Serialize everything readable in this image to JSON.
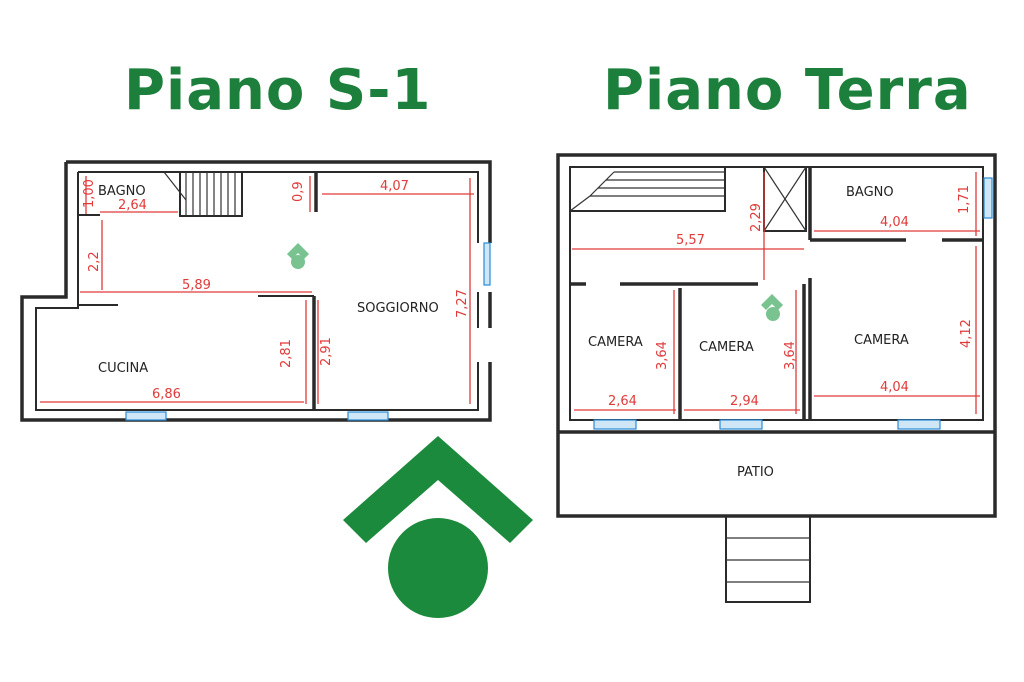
{
  "titles": {
    "left": "Piano S-1",
    "right": "Piano Terra"
  },
  "left_plan": {
    "rooms": {
      "bagno": "BAGNO",
      "soggiorno": "SOGGIORNO",
      "cucina": "CUCINA"
    },
    "dims": {
      "d100": "1,00",
      "d264": "2,64",
      "d09": "0,9",
      "d407": "4,07",
      "d22": "2,2",
      "d589": "5,89",
      "d727": "7,27",
      "d281": "2,81",
      "d291": "2,91",
      "d686": "6,86"
    }
  },
  "right_plan": {
    "rooms": {
      "bagno": "BAGNO",
      "camera1": "CAMERA",
      "camera2": "CAMERA",
      "camera3": "CAMERA",
      "patio": "PATIO"
    },
    "dims": {
      "d229": "2,29",
      "d557": "5,57",
      "d404a": "4,04",
      "d171": "1,71",
      "d364a": "3,64",
      "d364b": "3,64",
      "d412": "4,12",
      "d264": "2,64",
      "d294": "2,94",
      "d404b": "4,04"
    }
  },
  "colors": {
    "brand_green": "#1c7f3b",
    "dimension_red": "#e03a3a",
    "window_blue": "#2a8ad4"
  }
}
